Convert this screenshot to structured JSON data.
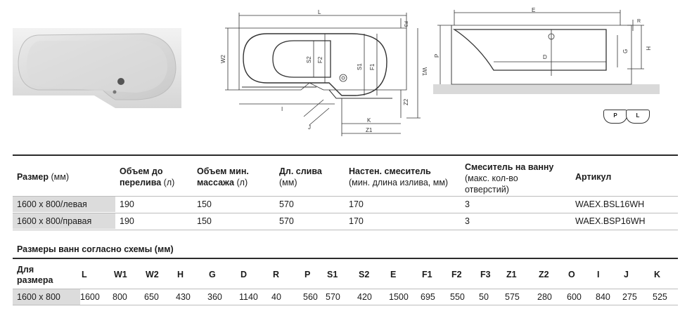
{
  "diagram": {
    "labels": {
      "L": "L",
      "W1": "W1",
      "W2": "W2",
      "F3": "F3",
      "S2": "S2",
      "F2": "F2",
      "S1": "S1",
      "F1": "F1",
      "Z2": "Z2",
      "I": "I",
      "J": "J",
      "K": "K",
      "Z1": "Z1",
      "E": "E",
      "R": "R",
      "P": "P",
      "H": "H",
      "G": "G",
      "D": "D"
    },
    "side_buttons": {
      "left": "P",
      "right": "L"
    }
  },
  "table1": {
    "headers": {
      "size": "Размер",
      "size_unit": " (мм)",
      "vol_overflow_1": "Объем до",
      "vol_overflow_2": "перелива",
      "vol_overflow_unit": " (л)",
      "vol_massage_1": "Объем мин.",
      "vol_massage_2": "массажа",
      "vol_massage_unit": " (л)",
      "drain_1": "Дл. слива",
      "drain_unit": "(мм)",
      "wall_mixer_1": "Настен. смеситель",
      "wall_mixer_unit": "(мин. длина излива, мм)",
      "bath_mixer_1": "Смеситель на ванну",
      "bath_mixer_unit_1": "(макс. кол-во",
      "bath_mixer_unit_2": "отверстий)",
      "article": "Артикул"
    },
    "rows": [
      {
        "size": "1600 x 800/левая",
        "vol_overflow": "190",
        "vol_massage": "150",
        "drain": "570",
        "wall_mixer": "170",
        "bath_mixer": "3",
        "article": "WAEX.BSL16WH"
      },
      {
        "size": "1600 x 800/правая",
        "vol_overflow": "190",
        "vol_massage": "150",
        "drain": "570",
        "wall_mixer": "170",
        "bath_mixer": "3",
        "article": "WAEX.BSP16WH"
      }
    ]
  },
  "table2": {
    "title": "Размеры ванн согласно схемы (мм)",
    "first_header_1": "Для",
    "first_header_2": "размера",
    "columns": [
      "L",
      "W1",
      "W2",
      "H",
      "G",
      "D",
      "R",
      "P",
      "S1",
      "S2",
      "E",
      "F1",
      "F2",
      "F3",
      "Z1",
      "Z2",
      "O",
      "I",
      "J",
      "K"
    ],
    "size": "1600 x 800",
    "values": [
      "1600",
      "800",
      "650",
      "430",
      "360",
      "1140",
      "40",
      "560",
      "570",
      "420",
      "1500",
      "695",
      "550",
      "50",
      "575",
      "280",
      "600",
      "840",
      "275",
      "525"
    ]
  }
}
